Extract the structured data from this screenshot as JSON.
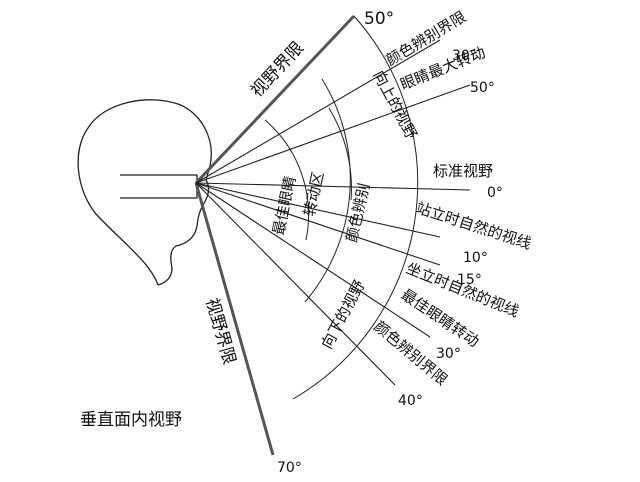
{
  "diagram": {
    "caption": "垂直面内视野",
    "boundary_labels": {
      "upper": "视野界限",
      "lower": "视野界限"
    },
    "arc_labels": {
      "upper_field": "向上的视野",
      "lower_field": "向下的视野",
      "color_zone": "颜色辨别",
      "best_eye_zone": "最佳眼睛转动区"
    },
    "line_labels": {
      "color_up": "颜色辨别界限",
      "eye_max": "眼睛最大转动",
      "standard": "标准视野",
      "standing": "站立时自然的视线",
      "sitting": "坐立时自然的视线",
      "best_eye": "最佳眼睛转动",
      "color_down": "颜色辨别界限"
    },
    "angle_labels": {
      "up50_top": "50°",
      "up30": "30°",
      "up50_eye": "50°",
      "zero": "0°",
      "down10": "10°",
      "down15": "15°",
      "down30": "30°",
      "down40": "40°",
      "down70": "70°"
    },
    "angles_deg": {
      "upper_limit": 50,
      "color_up": 30,
      "eye_max_up": 50,
      "standard": 0,
      "standing": -10,
      "sitting": -15,
      "best_eye_down": -30,
      "color_down": -40,
      "lower_limit": -70
    }
  }
}
